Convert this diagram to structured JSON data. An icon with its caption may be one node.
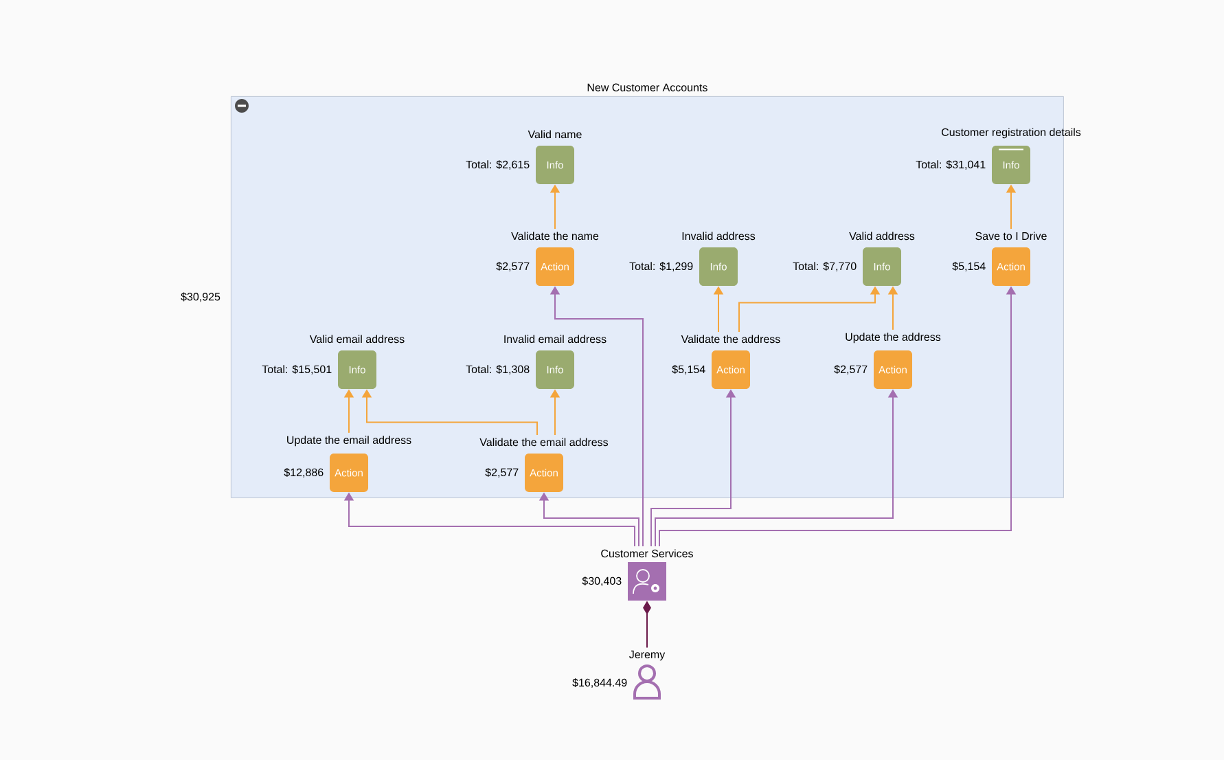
{
  "diagram": {
    "nodes": [
      {
        "text": [
          "New Customer Accounts"
        ],
        "beside": [
          "$30,925"
        ]
      },
      {
        "text": [
          "Valid name",
          "Total: $2,615",
          "Info"
        ],
        "in": 0
      },
      {
        "text": [
          "Customer registration details",
          "Total: $31,041",
          "Info"
        ],
        "in": 0
      },
      {
        "text": [
          "Validate the name",
          "$2,577",
          "Action"
        ],
        "in": 0
      },
      {
        "text": [
          "Invalid address",
          "Total: $1,299",
          "Info"
        ],
        "in": 0
      },
      {
        "text": [
          "Valid address",
          "Total: $7,770",
          "Info"
        ],
        "in": 0
      },
      {
        "text": [
          "Save to I Drive",
          "$5,154",
          "Action"
        ],
        "in": 0
      },
      {
        "text": [
          "Valid email address",
          "Total: $15,501",
          "Info"
        ],
        "in": 0
      },
      {
        "text": [
          "Invalid email address",
          "Total: $1,308",
          "Info"
        ],
        "in": 0
      },
      {
        "text": [
          "Validate the address",
          "$5,154",
          "Action"
        ],
        "in": 0
      },
      {
        "text": [
          "Update the address",
          "$2,577",
          "Action"
        ],
        "in": 0
      },
      {
        "text": [
          "Update the email address",
          "$12,886",
          "Action"
        ],
        "in": 0
      },
      {
        "text": [
          "Validate the email address",
          "$2,577",
          "Action"
        ],
        "in": 0
      },
      {
        "text": [
          "Customer Services"
        ],
        "beside": [
          "$30,403"
        ]
      },
      {
        "text": [
          "Jeremy"
        ],
        "beside": [
          "$16,844.49"
        ]
      }
    ],
    "edges": [
      {
        "from": 3,
        "to": 1,
        "arrow": "to"
      },
      {
        "from": 6,
        "to": 2,
        "arrow": "to"
      },
      {
        "from": 9,
        "to": 4,
        "arrow": "to"
      },
      {
        "from": 9,
        "to": 5,
        "arrow": "to"
      },
      {
        "from": 10,
        "to": 5,
        "arrow": "to"
      },
      {
        "from": 11,
        "to": 7,
        "arrow": "to"
      },
      {
        "from": 12,
        "to": 7,
        "arrow": "to"
      },
      {
        "from": 12,
        "to": 8,
        "arrow": "to"
      },
      {
        "from": 13,
        "to": 11,
        "arrow": "to",
        "color": "#a46fb0"
      },
      {
        "from": 13,
        "to": 12,
        "arrow": "to",
        "color": "#a46fb0"
      },
      {
        "from": 13,
        "to": 3,
        "arrow": "to",
        "color": "#a46fb0"
      },
      {
        "from": 13,
        "to": 9,
        "arrow": "to",
        "color": "#a46fb0"
      },
      {
        "from": 13,
        "to": 10,
        "arrow": "to",
        "color": "#a46fb0"
      },
      {
        "from": 13,
        "to": 6,
        "arrow": "to",
        "color": "#a46fb0"
      },
      {
        "from": 14,
        "to": 13,
        "arrow": "other",
        "color": "#6b1a4a"
      }
    ]
  }
}
